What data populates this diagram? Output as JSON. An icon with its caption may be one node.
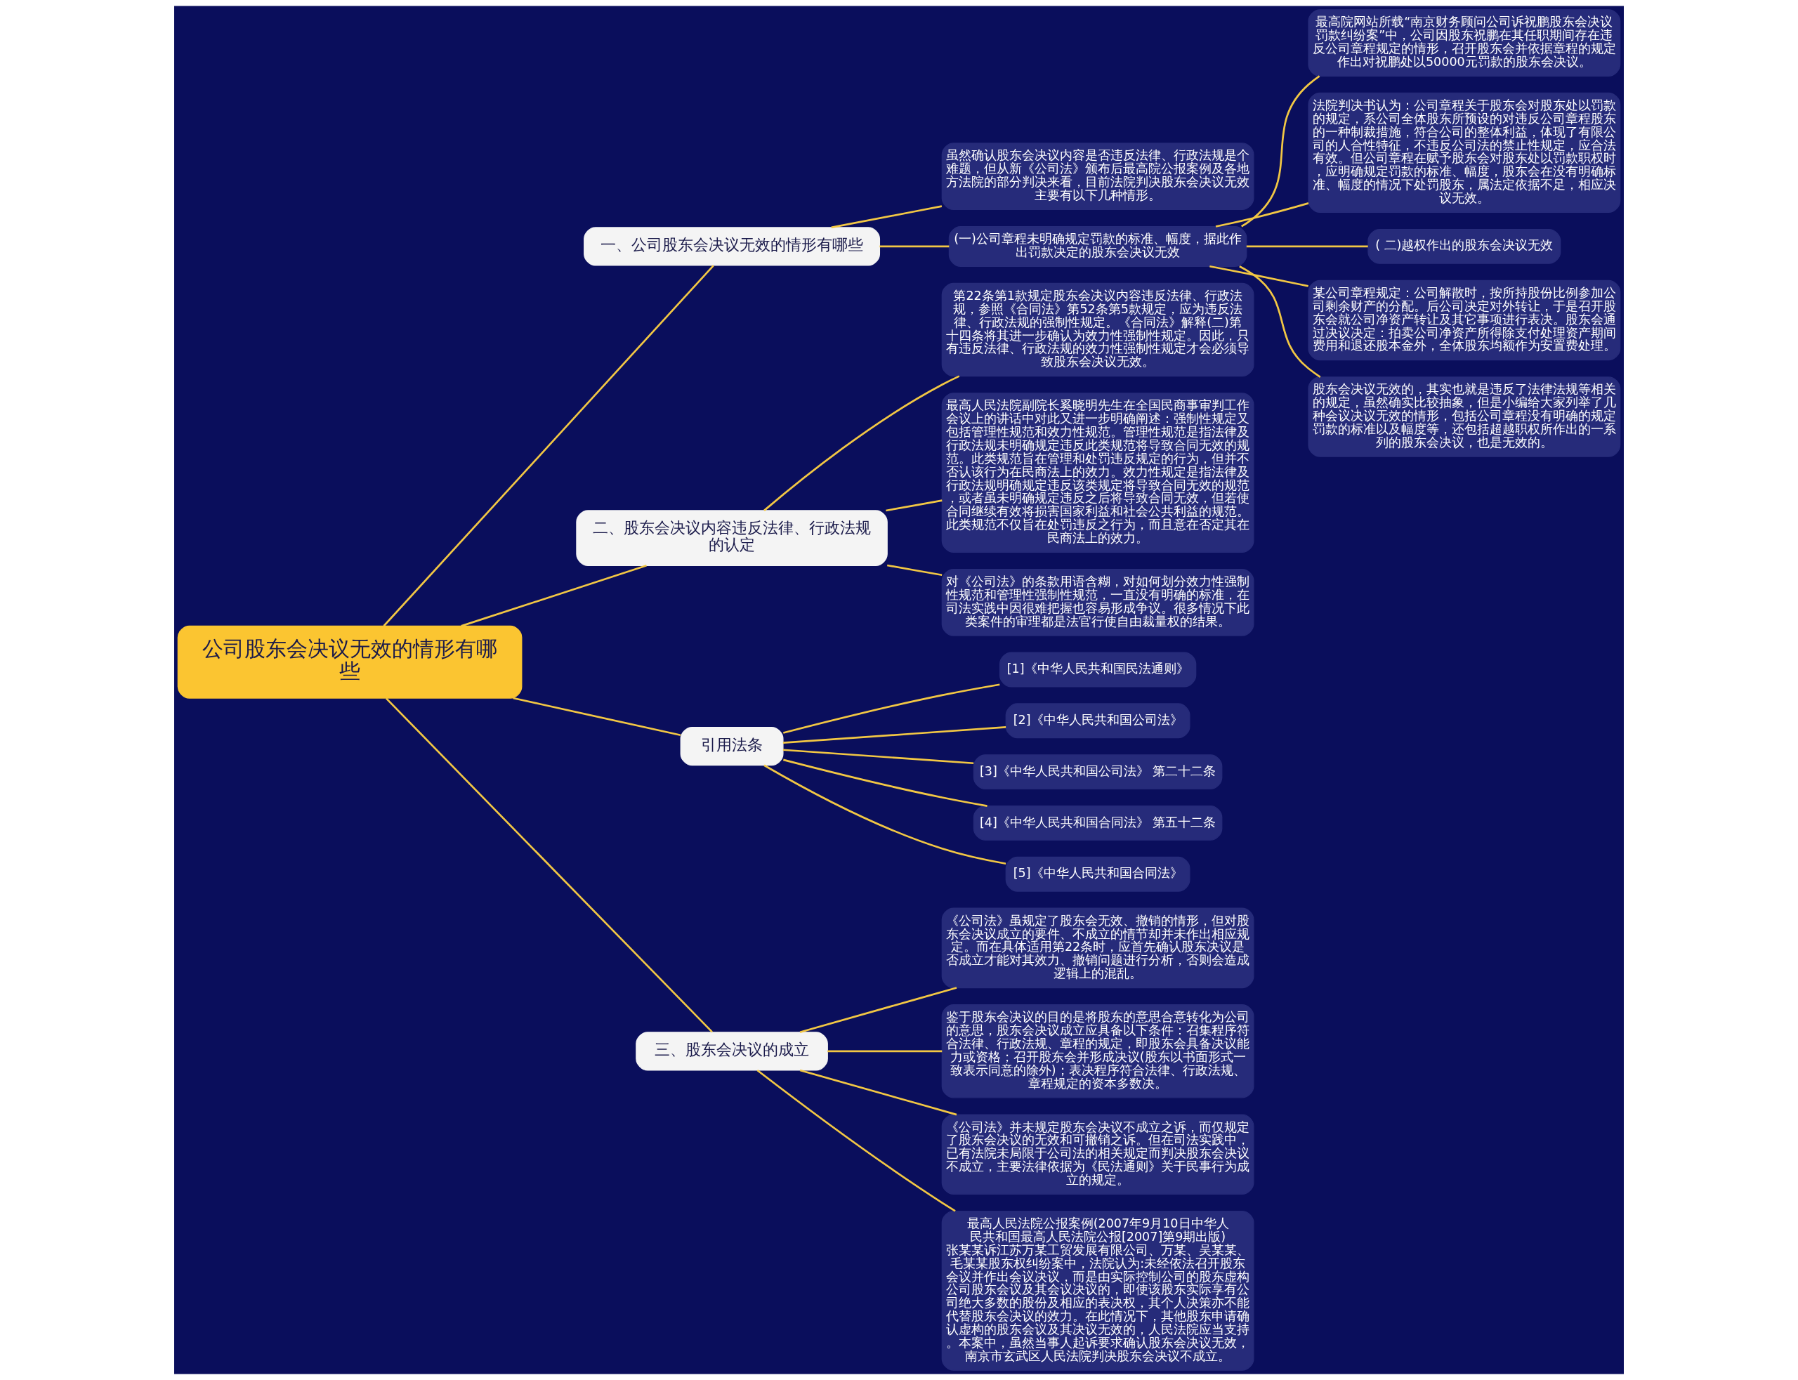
{
  "diagram": {
    "nodes": [
      {
        "text": [
          "公司股东会决议无效的情形有哪些"
        ]
      },
      {
        "text": [
          "一、公司股东会决议无效的情形有哪些"
        ]
      },
      {
        "text": [
          "虽然确认股东会决议内容是否违反法律、行政法规是个难题，但从新《公司法》颁布后最高院公报案例及各地方法院的部分判决来看，目前法院判决股东会决议无效主要有以下几种情形。"
        ]
      },
      {
        "text": [
          "(一)公司章程未明确规定罚款的标准、幅度，据此作出罚款决定的股东会决议无效"
        ]
      },
      {
        "text": [
          "最高院网站所载“南京财务顾问公司诉祝鹏股东会决议罚款纠纷案”中，公司因股东祝鹏在其任职期间存在违反公司章程规定的情形，召开股东会并依据章程的规定作出对祝鹏处以50000元罚款的股东会决议。"
        ]
      },
      {
        "text": [
          "法院判决书认为：公司章程关于股东会对股东处以罚款的规定，系公司全体股东所预设的对违反公司章程股东的一种制裁措施，符合公司的整体利益，体现了有限公司的人合性特征，不违反公司法的禁止性规定，应合法有效。但公司章程在赋予股东会对股东处以罚款职权时，应明确规定罚款的标准、幅度，股东会在没有明确标准、幅度的情况下处罚股东，属法定依据不足，相应决议无效。"
        ]
      },
      {
        "text": [
          "( 二)越权作出的股东会决议无效"
        ]
      },
      {
        "text": [
          "某公司章程规定：公司解散时，按所持股份比例参加公司剩余财产的分配。后公司决定对外转让，于是召开股东会就公司净资产转让及其它事项进行表决。股东会通过决议决定：拍卖公司净资产所得除支付处理资产期间费用和退还股本金外，全体股东均额作为安置费处理。"
        ]
      },
      {
        "text": [
          "股东会决议无效的，其实也就是违反了法律法规等相关的规定，虽然确实比较抽象，但是小编给大家列举了几种会议决议无效的情形，包括公司章程没有明确的规定罚款的标准以及幅度等，还包括超越职权所作出的一系列的股东会决议，也是无效的。"
        ]
      },
      {
        "text": [
          "二、股东会决议内容违反法律、行政法规的认定"
        ]
      },
      {
        "text": [
          "第22条第1款规定股东会决议内容违反法律、行政法规，参照《合同法》第52条第5款规定，应为违反法律、行政法规的强制性规定。《合同法》解释(二)第十四条将其进一步确认为效力性强制性规定。因此，只有违反法律、行政法规的效力性强制性规定才会必须导致股东会决议无效。"
        ]
      },
      {
        "text": [
          "最高人民法院副院长奚晓明先生在全国民商事审判工作会议上的讲话中对此又进一步明确阐述：强制性规定又包括管理性规范和效力性规范。管理性规范是指法律及行政法规未明确规定违反此类规范将导致合同无效的规范。此类规范旨在管理和处罚违反规定的行为，但并不否认该行为在民商法上的效力。效力性规定是指法律及行政法规明确规定违反该类规定将导致合同无效的规范，或者虽未明确规定违反之后将导致合同无效，但若使合同继续有效将损害国家利益和社会公共利益的规范。此类规范不仅旨在处罚违反之行为，而且意在否定其在民商法上的效力。"
        ]
      },
      {
        "text": [
          "对《公司法》的条款用语含糊，对如何划分效力性强制性规范和管理性强制性规范，一直没有明确的标准，在司法实践中因很难把握也容易形成争议。很多情况下此类案件的审理都是法官行使自由裁量权的结果。"
        ]
      },
      {
        "text": [
          "引用法条"
        ]
      },
      {
        "text": [
          "[1]《中华人民共和国民法通则》"
        ]
      },
      {
        "text": [
          "[2]《中华人民共和国公司法》"
        ]
      },
      {
        "text": [
          "[3]《中华人民共和国公司法》 第二十二条"
        ]
      },
      {
        "text": [
          "[4]《中华人民共和国合同法》 第五十二条"
        ]
      },
      {
        "text": [
          "[5]《中华人民共和国合同法》"
        ]
      },
      {
        "text": [
          "三、股东会决议的成立"
        ]
      },
      {
        "text": [
          "《公司法》虽规定了股东会无效、撤销的情形，但对股东会决议成立的要件、不成立的情节却并未作出相应规定。而在具体适用第22条时，应首先确认股东决议是否成立才能对其效力、撤销问题进行分析，否则会造成逻辑上的混乱。"
        ]
      },
      {
        "text": [
          "鉴于股东会决议的目的是将股东的意思合意转化为公司的意思，股东会决议成立应具备以下条件：召集程序符合法律、行政法规、章程的规定，即股东会具备决议能力或资格；召开股东会并形成决议(股东以书面形式一致表示同意的除外)；表决程序符合法律、行政法规、章程规定的资本多数决。"
        ]
      },
      {
        "text": [
          "《公司法》并未规定股东会决议不成立之诉，而仅规定了股东会决议的无效和可撤销之诉。但在司法实践中，已有法院未局限于公司法的相关规定而判决股东会决议不成立，主要法律依据为《民法通则》关于民事行为成立的规定。"
        ]
      },
      {
        "text": [
          "最高人民法院公报案例(2007年9月10日中华人民共和国最高人民法院公报[2007]第9期出版)张某某诉江苏万某工贸发展有限公司、万某、吴某某、毛某某股东权纠纷案中，法院认为:未经依法召开股东会议并作出会议决议，而是由实际控制公司的股东虚构公司股东会议及其会议决议的，即使该股东实际享有公司绝大多数的股份及相应的表决权，其个人决策亦不能代替股东会决议的效力。在此情况下，其他股东申请确认虚构的股东会议及其决议无效的，人民法院应当支持。本案中，虽然当事人起诉要求确认股东会决议无效，南京市玄武区人民法院判决股东会决议不成立。"
        ]
      }
    ],
    "edges": [
      {
        "from": 0,
        "to": 1,
        "arrow": "none"
      },
      {
        "from": 1,
        "to": 2,
        "arrow": "none"
      },
      {
        "from": 1,
        "to": 3,
        "arrow": "none"
      },
      {
        "from": 3,
        "to": 4,
        "arrow": "none"
      },
      {
        "from": 3,
        "to": 5,
        "arrow": "none"
      },
      {
        "from": 3,
        "to": 6,
        "arrow": "none"
      },
      {
        "from": 3,
        "to": 7,
        "arrow": "none"
      },
      {
        "from": 3,
        "to": 8,
        "arrow": "none"
      },
      {
        "from": 0,
        "to": 9,
        "arrow": "none"
      },
      {
        "from": 9,
        "to": 10,
        "arrow": "none"
      },
      {
        "from": 9,
        "to": 11,
        "arrow": "none"
      },
      {
        "from": 9,
        "to": 12,
        "arrow": "none"
      },
      {
        "from": 0,
        "to": 13,
        "arrow": "none"
      },
      {
        "from": 13,
        "to": 14,
        "arrow": "none"
      },
      {
        "from": 13,
        "to": 15,
        "arrow": "none"
      },
      {
        "from": 13,
        "to": 16,
        "arrow": "none"
      },
      {
        "from": 13,
        "to": 17,
        "arrow": "none"
      },
      {
        "from": 13,
        "to": 18,
        "arrow": "none"
      },
      {
        "from": 0,
        "to": 19,
        "arrow": "none"
      },
      {
        "from": 19,
        "to": 20,
        "arrow": "none"
      },
      {
        "from": 19,
        "to": 21,
        "arrow": "none"
      },
      {
        "from": 19,
        "to": 22,
        "arrow": "none"
      },
      {
        "from": 19,
        "to": 23,
        "arrow": "none"
      }
    ]
  }
}
